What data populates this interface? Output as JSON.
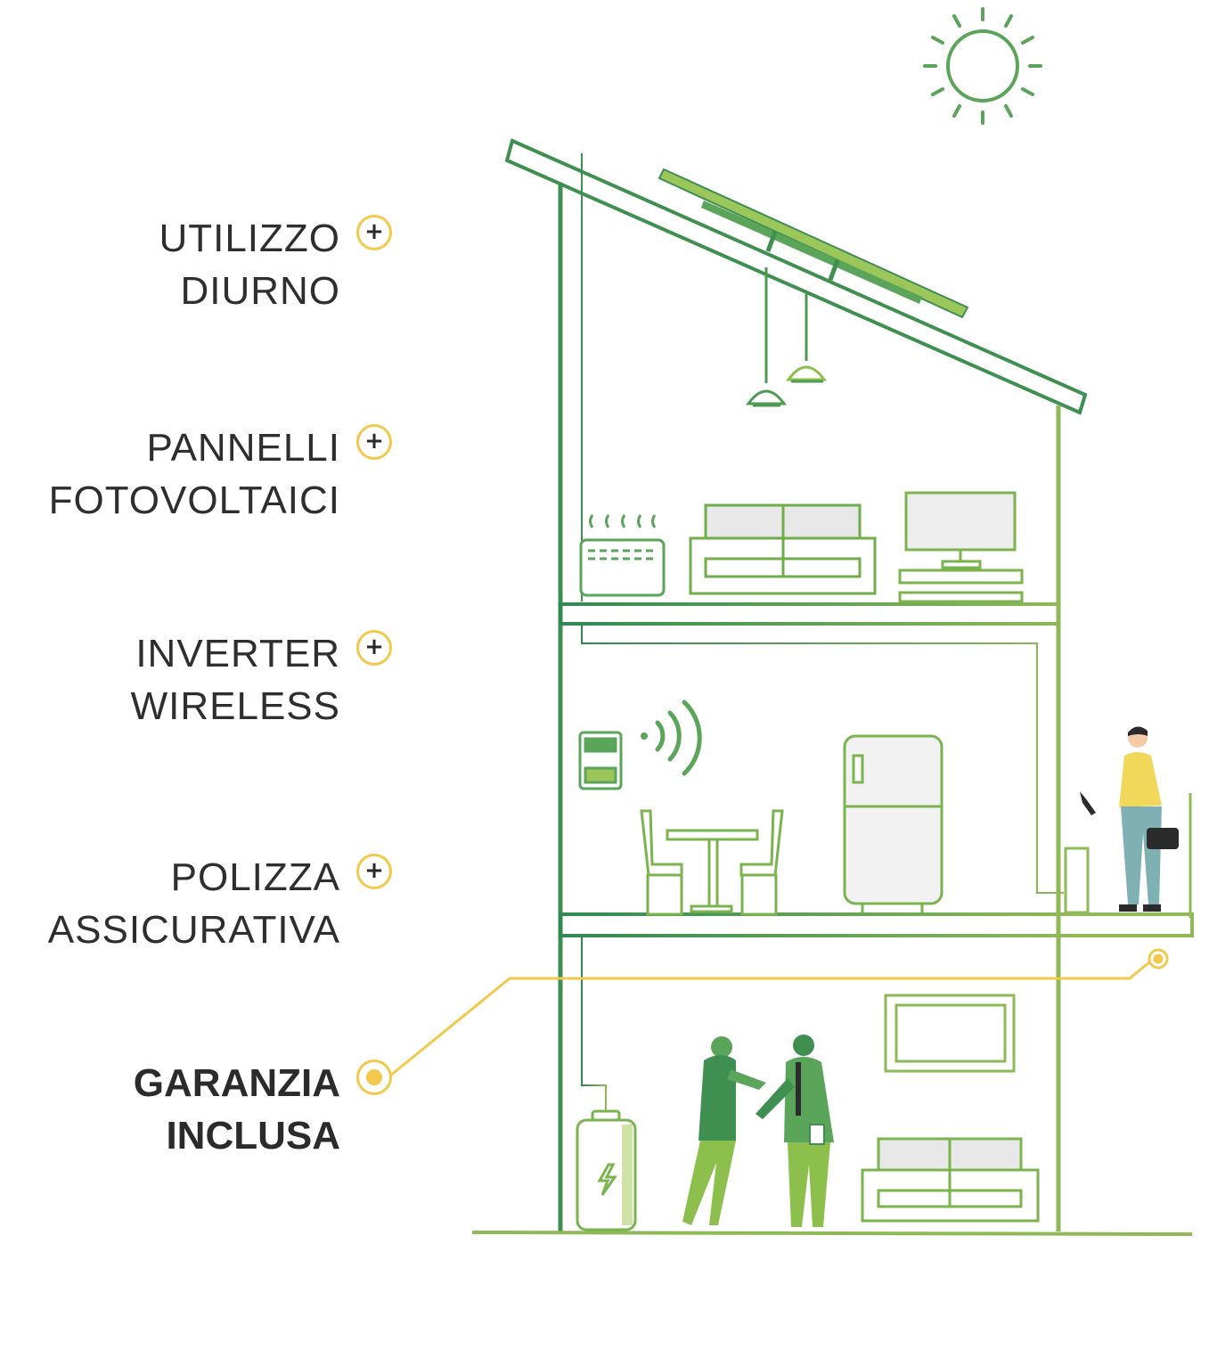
{
  "menu": {
    "items": [
      {
        "line1": "UTILIZZO",
        "line2": "DIURNO",
        "icon": "plus-icon",
        "active": false
      },
      {
        "line1": "PANNELLI",
        "line2": "FOTOVOLTAICI",
        "icon": "plus-icon",
        "active": false
      },
      {
        "line1": "INVERTER",
        "line2": "WIRELESS",
        "icon": "plus-icon",
        "active": false
      },
      {
        "line1": "POLIZZA",
        "line2": "ASSICURATIVA",
        "icon": "plus-icon",
        "active": false
      },
      {
        "line1": "GARANZIA",
        "line2": "INCLUSA",
        "icon": "selected-dot-icon",
        "active": true
      }
    ]
  },
  "colors": {
    "accent_yellow": "#f2c94c",
    "house_green": "#3f8f50",
    "light_green": "#8dbf4c",
    "text": "#2e2e2e"
  }
}
